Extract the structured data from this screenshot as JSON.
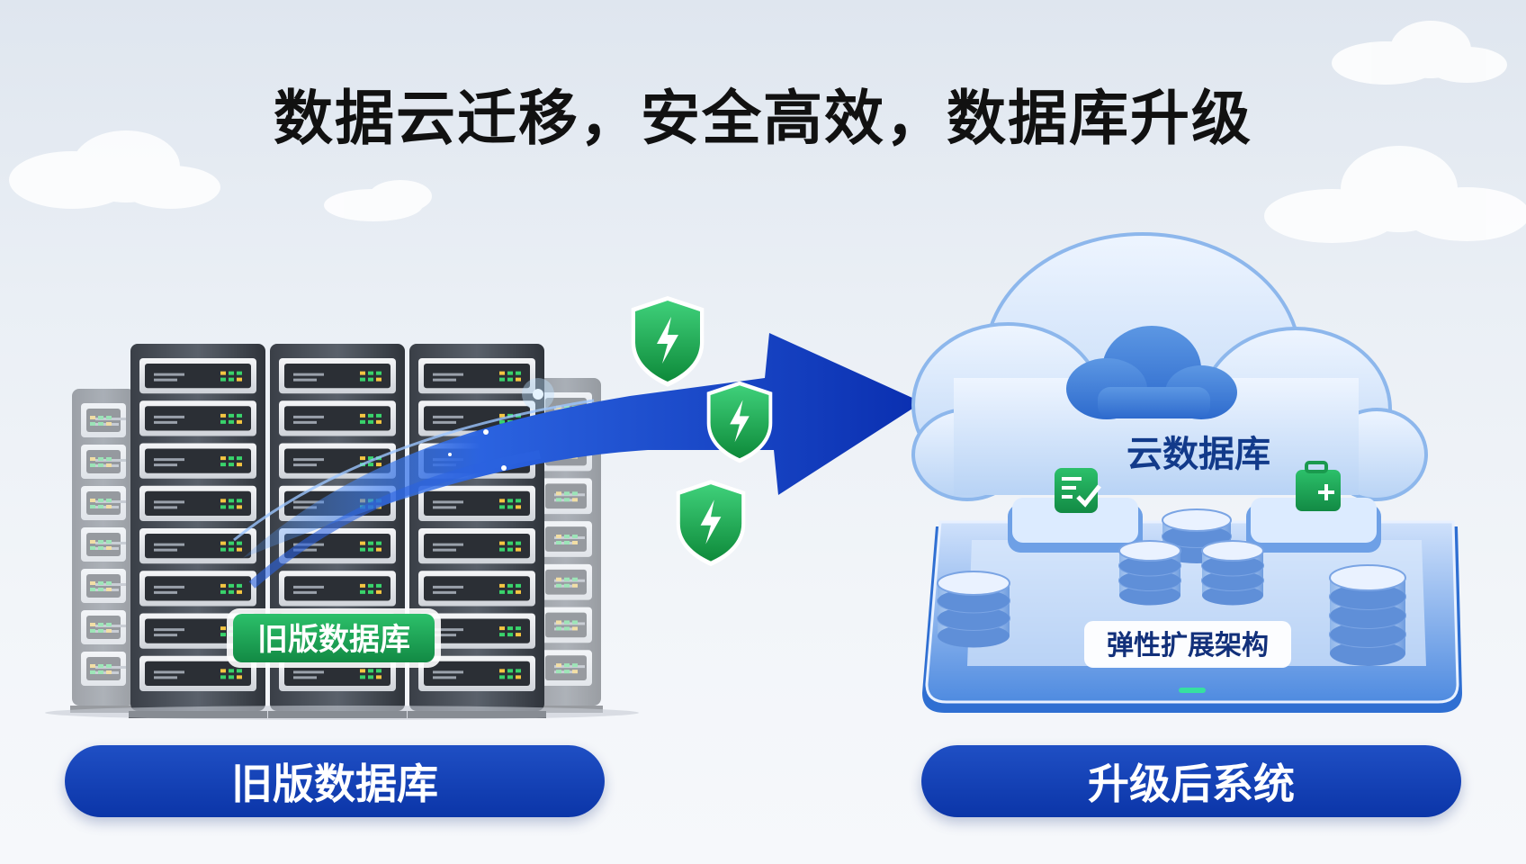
{
  "title": "数据云迁移，安全高效，数据库升级",
  "legacy": {
    "badge_label": "旧版数据库",
    "caption": "旧版数据库"
  },
  "cloud": {
    "label": "云数据库",
    "platform_label": "弹性扩展架构",
    "caption": "升级后系统"
  },
  "colors": {
    "accent_blue": "#0b35a8",
    "shield_green": "#1aa34a",
    "cloud_blue": "#3d7fd6"
  },
  "icons": [
    "server-rack-icon",
    "shield-bolt-icon",
    "cloud-icon",
    "checklist-icon",
    "briefcase-plus-icon",
    "database-icon",
    "arrow-icon"
  ]
}
